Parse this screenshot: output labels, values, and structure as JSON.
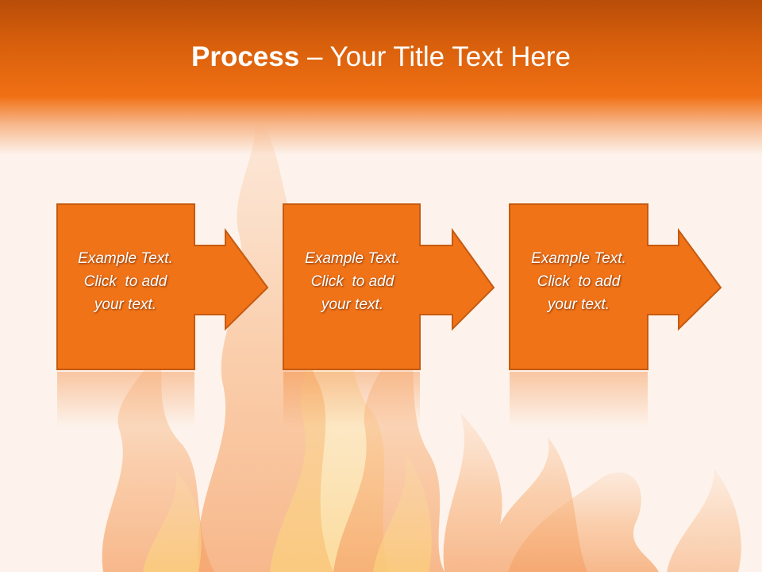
{
  "slide": {
    "title_bold": "Process",
    "title_rest": " – Your Title Text Here"
  },
  "steps": [
    {
      "lines": [
        "Example Text.",
        "Click  to add",
        "your text."
      ]
    },
    {
      "lines": [
        "Example Text.",
        "Click  to add",
        "your text."
      ]
    },
    {
      "lines": [
        "Example Text.",
        "Click  to add",
        "your text."
      ]
    }
  ],
  "colors": {
    "accent": "#f07318",
    "accent_border": "#c65a10",
    "header_top": "#b84d08",
    "background": "#fdf3ec",
    "text": "#ffffff"
  },
  "icons": [
    "right-arrow-icon"
  ]
}
